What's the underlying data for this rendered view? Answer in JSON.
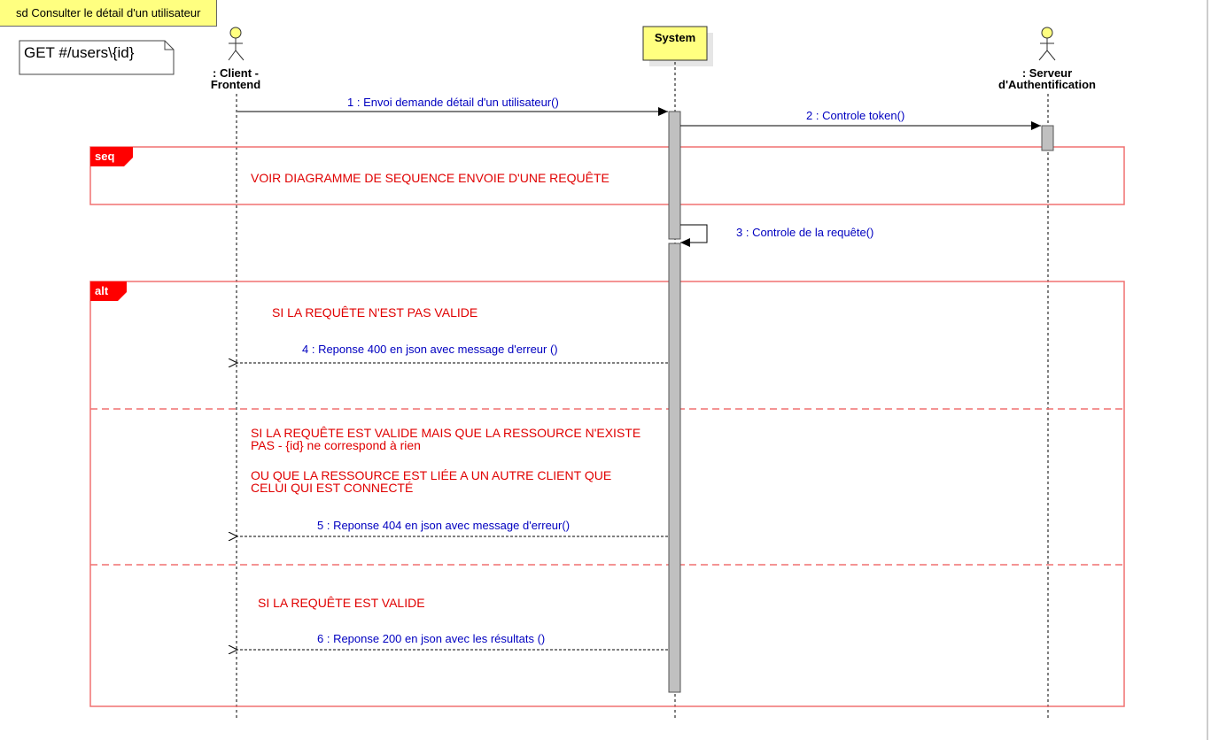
{
  "diagram": {
    "frame_title": "sd Consulter le détail d'un utilisateur",
    "note": "GET #/users\\{id}",
    "lifelines": {
      "client": ": Client -\nFrontend",
      "system": "System",
      "auth": ": Serveur\nd'Authentification"
    },
    "messages": {
      "m1": "1 : Envoi demande détail d'un utilisateur()",
      "m2": "2 : Controle token()",
      "m3": "3 : Controle de la requête()",
      "m4": "4 : Reponse 400 en json avec message d'erreur ()",
      "m5": "5 : Reponse 404 en json avec message d'erreur()",
      "m6": "6 : Reponse 200 en json avec les résultats ()"
    },
    "fragments": {
      "seq_tag": "seq",
      "seq_text": "VOIR DIAGRAMME DE SEQUENCE ENVOIE D'UNE REQUÊTE",
      "alt_tag": "alt",
      "cond1": "SI LA REQUÊTE N'EST PAS VALIDE",
      "cond2_line1": "SI LA REQUÊTE EST VALIDE MAIS QUE LA RESSOURCE N'EXISTE",
      "cond2_line2": "PAS - {id} ne correspond à rien",
      "cond2_line3": "OU QUE LA RESSOURCE EST LIÉE A UN AUTRE CLIENT QUE",
      "cond2_line4": "CELUI QUI EST CONNECTÉ",
      "cond3": "SI LA REQUÊTE  EST VALIDE"
    },
    "colors": {
      "message": "#0000c0",
      "fragment": "#e00000",
      "note_fill": "#ffff80",
      "activation": "#c0c0c0"
    }
  }
}
